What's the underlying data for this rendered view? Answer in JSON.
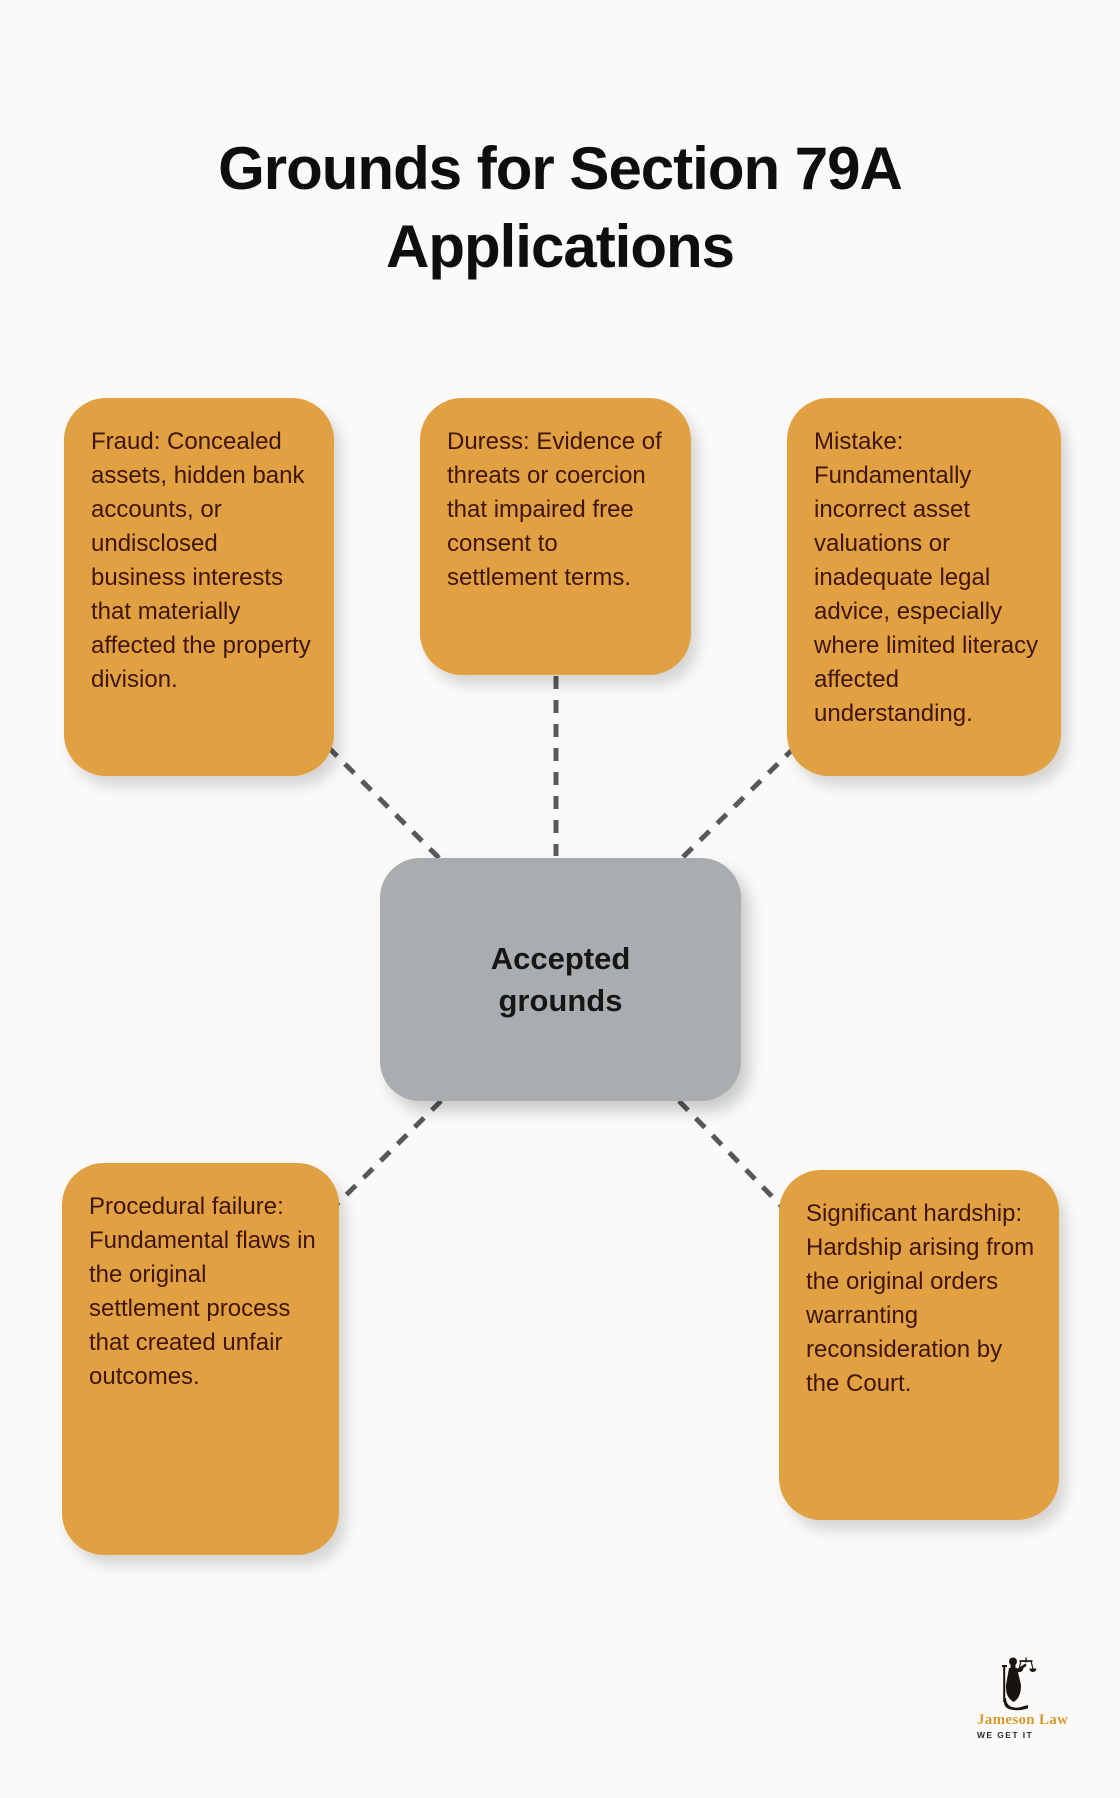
{
  "title": "Grounds for Section 79A Applications",
  "center_node": {
    "label": "Accepted grounds"
  },
  "nodes": [
    {
      "id": "fraud",
      "text": "Fraud: Concealed assets, hidden bank accounts, or undisclosed business interests that materially affected the property division."
    },
    {
      "id": "duress",
      "text": "Duress: Evidence of threats or coercion that impaired free consent to settlement terms."
    },
    {
      "id": "mistake",
      "text": "Mistake: Fundamentally incorrect asset valuations or inadequate legal advice, especially where limited literacy affected understanding."
    },
    {
      "id": "procedural-failure",
      "text": "Procedural failure: Fundamental flaws in the original settlement process that created unfair outcomes."
    },
    {
      "id": "significant-hardship",
      "text": "Significant hardship: Hardship arising from the original orders warranting reconsideration by the Court."
    }
  ],
  "logo": {
    "name": "Jameson Law",
    "tagline": "WE GET IT"
  },
  "colors": {
    "background": "#fbfaf8",
    "title_text": "#0e0e0e",
    "node_bg": "#e1a142",
    "node_text": "#40150f",
    "center_bg": "#a9adb0",
    "center_text": "#161616",
    "line": "#57585a",
    "logo_accent": "#d79a2f"
  }
}
